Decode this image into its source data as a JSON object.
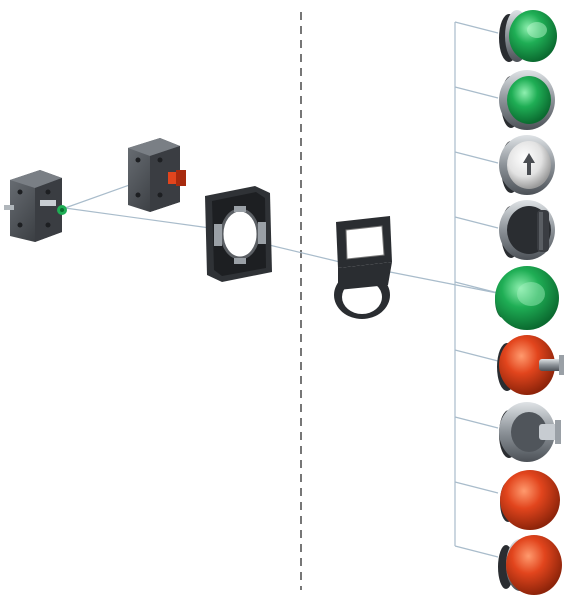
{
  "diagram": {
    "colors": {
      "leader_line": "#a9bccb",
      "divider": "#555555",
      "body_dark": "#3a3d42",
      "body_mid": "#55595f",
      "metal": "#9aa0a6",
      "green": "#1fae55",
      "green_dark": "#0c7a36",
      "red": "#e2451d",
      "red_dark": "#a82a0e",
      "white_cap": "#eeeeee"
    },
    "left_components": [
      {
        "id": "contact-block-front",
        "icon": "contact-block-icon"
      },
      {
        "id": "contact-block-rear",
        "icon": "contact-block-icon"
      },
      {
        "id": "fixing-collar",
        "icon": "fixing-collar-icon"
      },
      {
        "id": "legend-holder",
        "icon": "legend-holder-icon"
      }
    ],
    "heads": [
      {
        "id": "pilot-light-green",
        "icon": "pilot-light-icon",
        "color": "#1fae55"
      },
      {
        "id": "flush-pushbutton-green",
        "icon": "pushbutton-icon",
        "color": "#1fae55"
      },
      {
        "id": "arrow-pushbutton-white",
        "icon": "arrow-pushbutton-icon",
        "color": "#eeeeee"
      },
      {
        "id": "selector-switch-black",
        "icon": "selector-switch-icon",
        "color": "#3a3d42"
      },
      {
        "id": "mushroom-head-green",
        "icon": "mushroom-head-icon",
        "color": "#1fae55"
      },
      {
        "id": "key-emergency-stop-red",
        "icon": "key-release-icon",
        "color": "#e2451d"
      },
      {
        "id": "key-selector-metal",
        "icon": "key-switch-icon",
        "color": "#9aa0a6"
      },
      {
        "id": "mushroom-pushbutton-red",
        "icon": "mushroom-pushbutton-icon",
        "color": "#e2451d"
      },
      {
        "id": "emergency-stop-red",
        "icon": "emergency-stop-icon",
        "color": "#e2451d"
      }
    ]
  }
}
